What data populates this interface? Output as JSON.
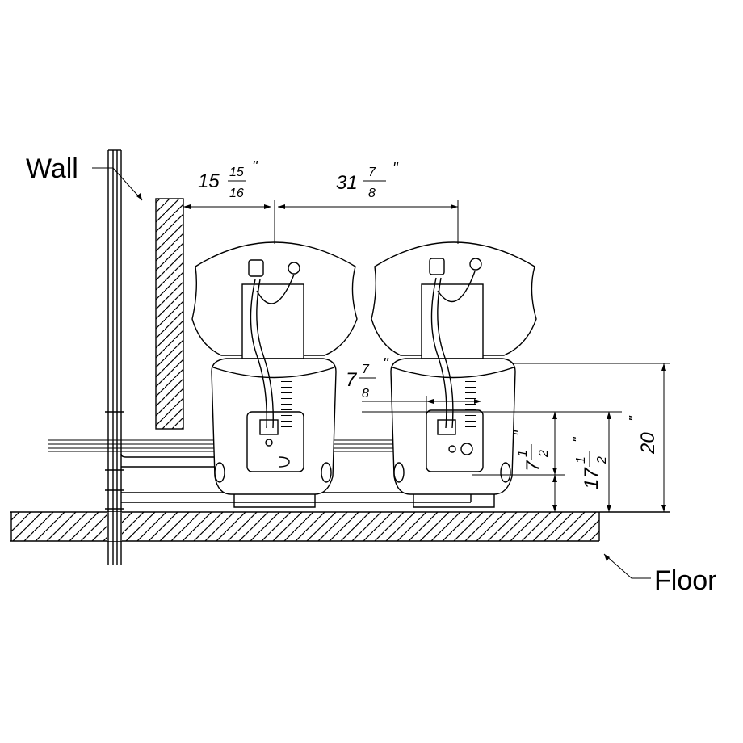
{
  "labels": {
    "wall": "Wall",
    "floor": "Floor"
  },
  "dimensions": {
    "wall_to_first": {
      "whole": "15",
      "num": "15",
      "den": "16",
      "unit": "''"
    },
    "center_to_center": {
      "whole": "31",
      "num": "7",
      "den": "8",
      "unit": "''"
    },
    "drain_offset": {
      "whole": "7",
      "num": "7",
      "den": "8",
      "unit": "''"
    },
    "drain_height": {
      "whole": "7",
      "num": "1",
      "den": "2",
      "unit": "''"
    },
    "supply_height": {
      "whole": "17",
      "num": "1",
      "den": "2",
      "unit": "''"
    },
    "bowl_height": {
      "whole": "20",
      "unit": "''"
    }
  },
  "colors": {
    "line": "#000000",
    "background": "#ffffff"
  }
}
